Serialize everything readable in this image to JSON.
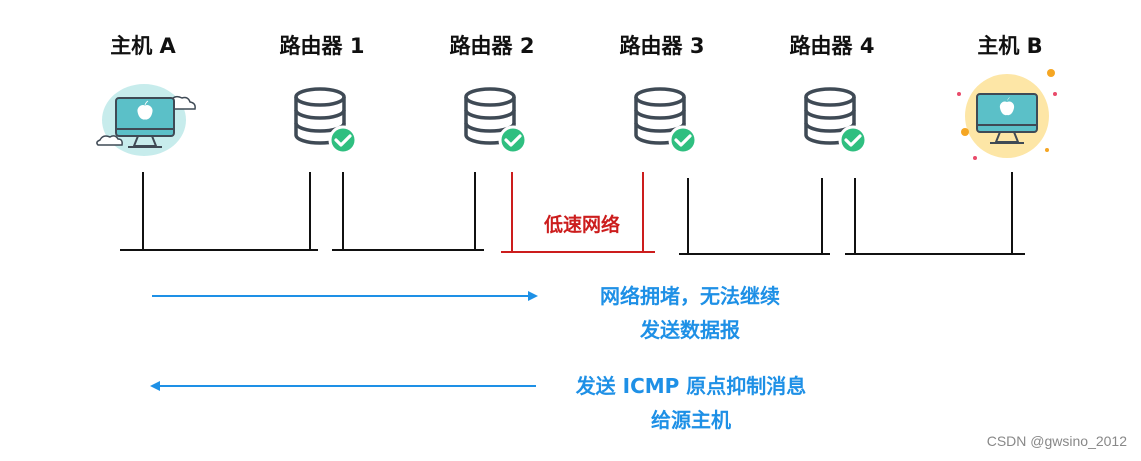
{
  "nodes": {
    "host_a": "主机 A",
    "router_1": "路由器 1",
    "router_2": "路由器 2",
    "router_3": "路由器 3",
    "router_4": "路由器 4",
    "host_b": "主机 B"
  },
  "slow_network_label": "低速网络",
  "forward_message": {
    "line1": "网络拥堵，无法继续",
    "line2": "发送数据报"
  },
  "return_message": {
    "line1": "发送 ICMP 原点抑制消息",
    "line2": "给源主机"
  },
  "watermark": "CSDN @gwsino_2012",
  "colors": {
    "text": "#111111",
    "router_icon": "#3f4a55",
    "check_badge": "#2fbf80",
    "slow_link": "#cc1d1d",
    "arrows": "#1e90e6",
    "host_a_bg": "#c7ecec",
    "host_b_bg": "#fde6a6",
    "monitor": "#5bc0c8"
  }
}
